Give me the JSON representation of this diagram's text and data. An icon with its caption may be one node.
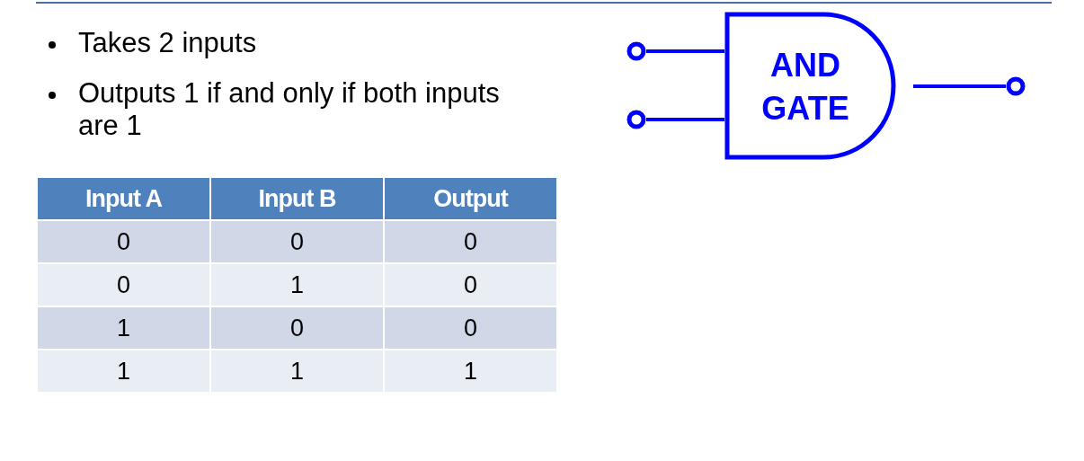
{
  "diagram": {
    "nodes": [
      {
        "text": [
          "AND GATE"
        ]
      },
      {
        "text": [],
        "shape": "circle"
      },
      {
        "text": [],
        "shape": "circle"
      },
      {
        "text": [],
        "shape": "circle"
      }
    ],
    "edges": [
      {
        "from": 1,
        "to": 0,
        "arrow": "none"
      },
      {
        "from": 2,
        "to": 0,
        "arrow": "none"
      },
      {
        "from": 0,
        "to": 3,
        "arrow": "none"
      }
    ],
    "labels": [
      "Takes 2 inputs",
      "Outputs 1 if and only if both inputs are 1",
      "Input A",
      "Input B",
      "Output",
      "0",
      "0",
      "0",
      "0",
      "1",
      "0",
      "1",
      "0",
      "0",
      "1",
      "1",
      "1"
    ]
  }
}
